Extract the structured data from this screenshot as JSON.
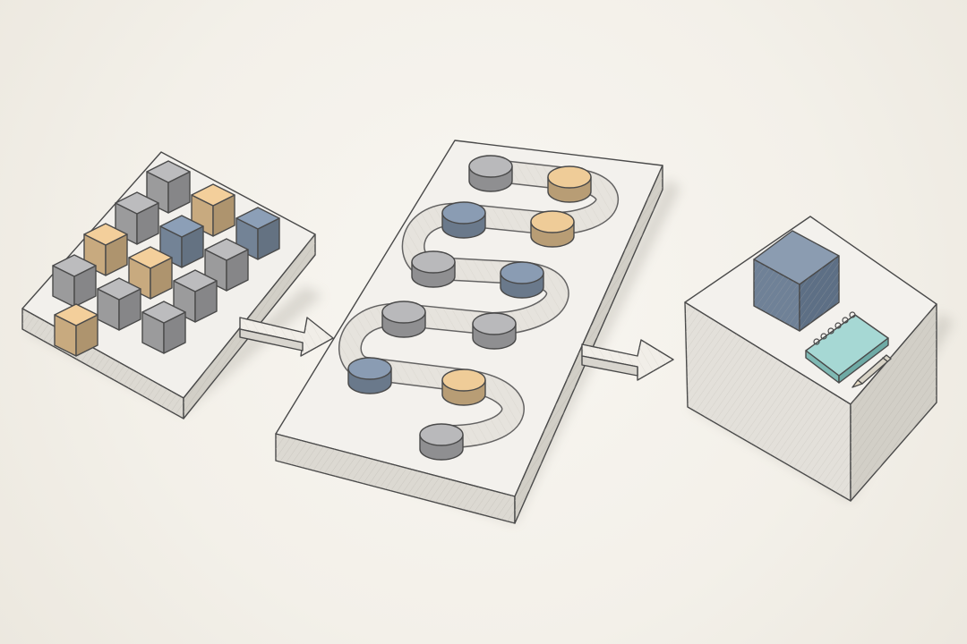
{
  "colors": {
    "paper": "#f4f1ea",
    "slab_top": "#f2f0ec",
    "slab_side": "#e2dfd8",
    "slab_front": "#d6d3cc",
    "gray": "#a8a8aa",
    "blue": "#7d8ea3",
    "gold": "#d9b98a",
    "notepad": "#9fd3d0",
    "outline": "#4a4a4a"
  },
  "input_grid": {
    "block_colors": [
      [
        "gray",
        "gold",
        "blue"
      ],
      [
        "gray",
        "blue",
        "gray"
      ],
      [
        "gold",
        "gold",
        "gray"
      ],
      [
        "gray",
        "gray",
        "gray"
      ],
      [
        "gold"
      ]
    ]
  },
  "pipeline": {
    "node_rows": [
      [
        "gray",
        "gold"
      ],
      [
        "blue",
        "gold"
      ],
      [
        "gray",
        "blue"
      ],
      [
        "gray",
        "gray"
      ],
      [
        "blue",
        "gold"
      ],
      [
        "gray"
      ]
    ]
  },
  "output": {
    "items": [
      "cube",
      "notepad",
      "pencil"
    ]
  },
  "icons": [
    "arrow-right-icon",
    "arrow-right-icon"
  ]
}
